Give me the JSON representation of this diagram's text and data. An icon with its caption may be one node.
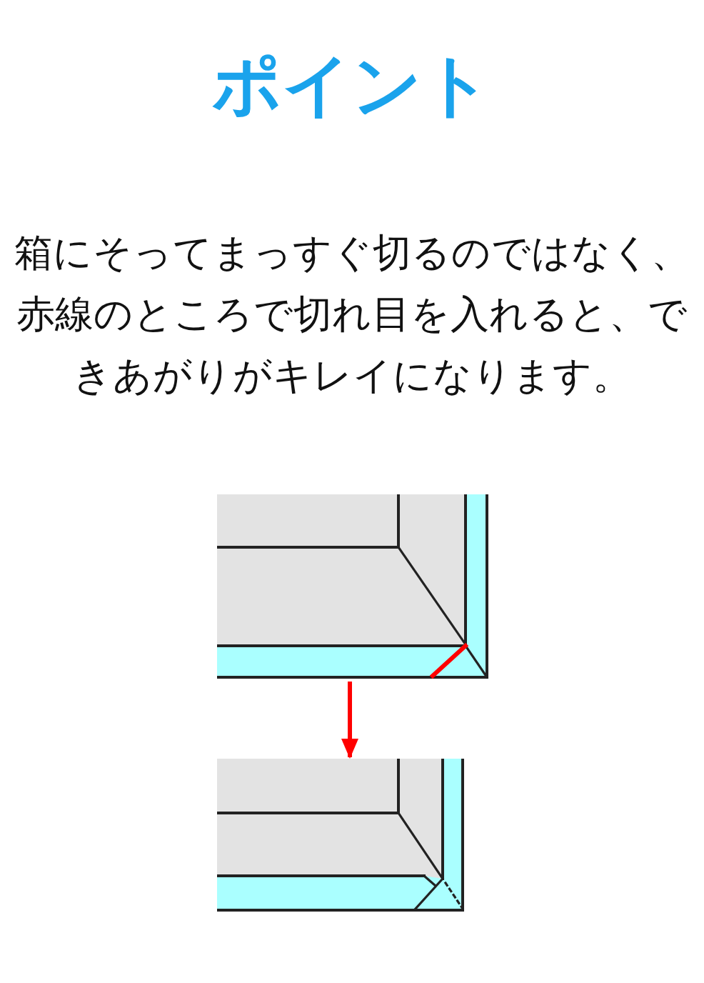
{
  "diagram": {
    "title": "ポイント",
    "nodes": [
      {
        "text": [],
        "shape": "picture"
      },
      {
        "text": [],
        "shape": "picture"
      }
    ],
    "edges": [
      {
        "from": 0,
        "to": 1,
        "arrow": "to",
        "color": "#ff0000"
      }
    ],
    "labels": [
      "箱にそってまっすぐ切るのではなく、赤線のところで切れ目を入れると、できあがりがキレイになります。"
    ]
  }
}
